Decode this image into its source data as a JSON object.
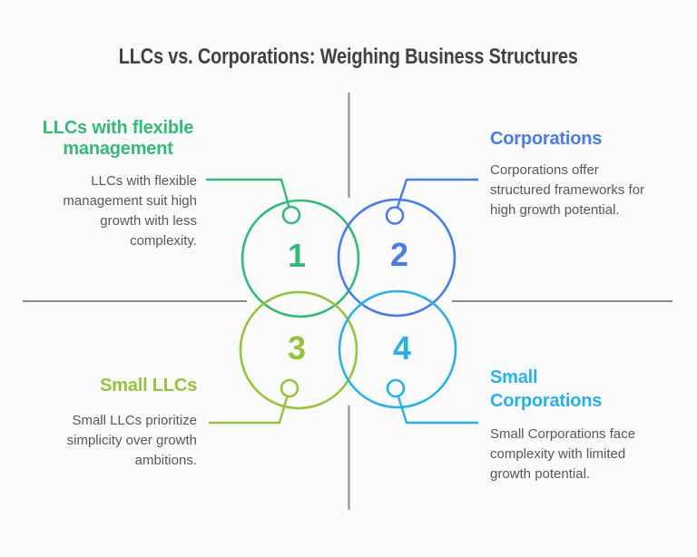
{
  "title": "LLCs vs. Corporations: Weighing Business Structures",
  "colors": {
    "background": "#fafafa",
    "title_text": "#414042",
    "body_text": "#58595b",
    "axis_gray": "#8b8b8b",
    "green": "#35b878",
    "blue": "#4a7de3",
    "yellow_green": "#97c23d",
    "cyan": "#2bb0e5"
  },
  "diagram": {
    "type": "quadrant-venn",
    "quadrants": [
      {
        "number": "1",
        "heading": "LLCs with flexible management",
        "description": "LLCs with flexible management suit high growth with less complexity.",
        "color": "#35b878",
        "position": "top-left"
      },
      {
        "number": "2",
        "heading": "Corporations",
        "description": "Corporations offer structured frameworks for high growth potential.",
        "color": "#4a7de3",
        "position": "top-right"
      },
      {
        "number": "3",
        "heading": "Small LLCs",
        "description": "Small LLCs prioritize simplicity over growth ambitions.",
        "color": "#97c23d",
        "position": "bottom-left"
      },
      {
        "number": "4",
        "heading": "Small Corporations",
        "description": "Small Corporations face complexity with limited growth potential.",
        "color": "#2bb0e5",
        "position": "bottom-right"
      }
    ]
  }
}
